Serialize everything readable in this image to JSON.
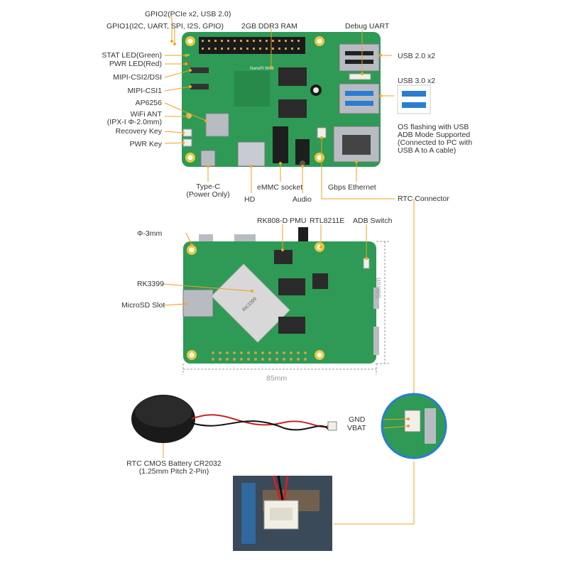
{
  "colors": {
    "pcb": "#2e9a55",
    "pcb_dark": "#217a40",
    "leader": "#f0a020",
    "dot": "#f5a623",
    "soc": "#d8d8d8",
    "ram": "#2a2a2a",
    "metal": "#b8bcc2",
    "usb3": "#2a7dd1",
    "text": "#333333"
  },
  "labels": {
    "gpio2": "GPIO2(PCIe x2, USB 2.0)",
    "gpio1": "GPIO1(I2C, UART, SPI, I2S, GPIO)",
    "ram": "2GB DDR3 RAM",
    "debug_uart": "Debug UART",
    "stat_led": "STAT LED(Green)",
    "pwr_led": "PWR LED(Red)",
    "mipi_csi2": "MIPI-CSI2/DSI",
    "mipi_csi1": "MIPI-CSI1",
    "ap6256": "AP6256",
    "wifi_ant_1": "WiFi ANT",
    "wifi_ant_2": "(IPX-I Φ-2.0mm)",
    "recovery_key": "Recovery Key",
    "pwr_key": "PWR Key",
    "usb2": "USB 2.0 x2",
    "usb3": "USB 3.0 x2",
    "os_flash_1": "OS flashing with USB",
    "os_flash_2": "ADB Mode Supported",
    "os_flash_3": "(Connected to PC with",
    "os_flash_4": "USB A to A cable)",
    "typec_1": "Type-C",
    "typec_2": "(Power Only)",
    "hd": "HD",
    "emmc": "eMMC socket",
    "audio": "Audio",
    "ethernet": "Gbps Ethernet",
    "rtc_connector": "RTC Connector",
    "hole": "Φ-3mm",
    "pmu": "RK808-D PMU",
    "rtl": "RTL8211E",
    "adb_switch": "ADB Switch",
    "rk3399": "RK3399",
    "microsd": "MicroSD Slot",
    "dim_height": "56mm",
    "dim_width": "85mm",
    "gnd": "GND",
    "vbat": "VBAT",
    "battery_1": "RTC CMOS Battery CR2032",
    "battery_2": "(1.25mm Pitch 2-Pin)",
    "board_silk": "NanoPi M4B",
    "soc_marking": "RK3399"
  }
}
